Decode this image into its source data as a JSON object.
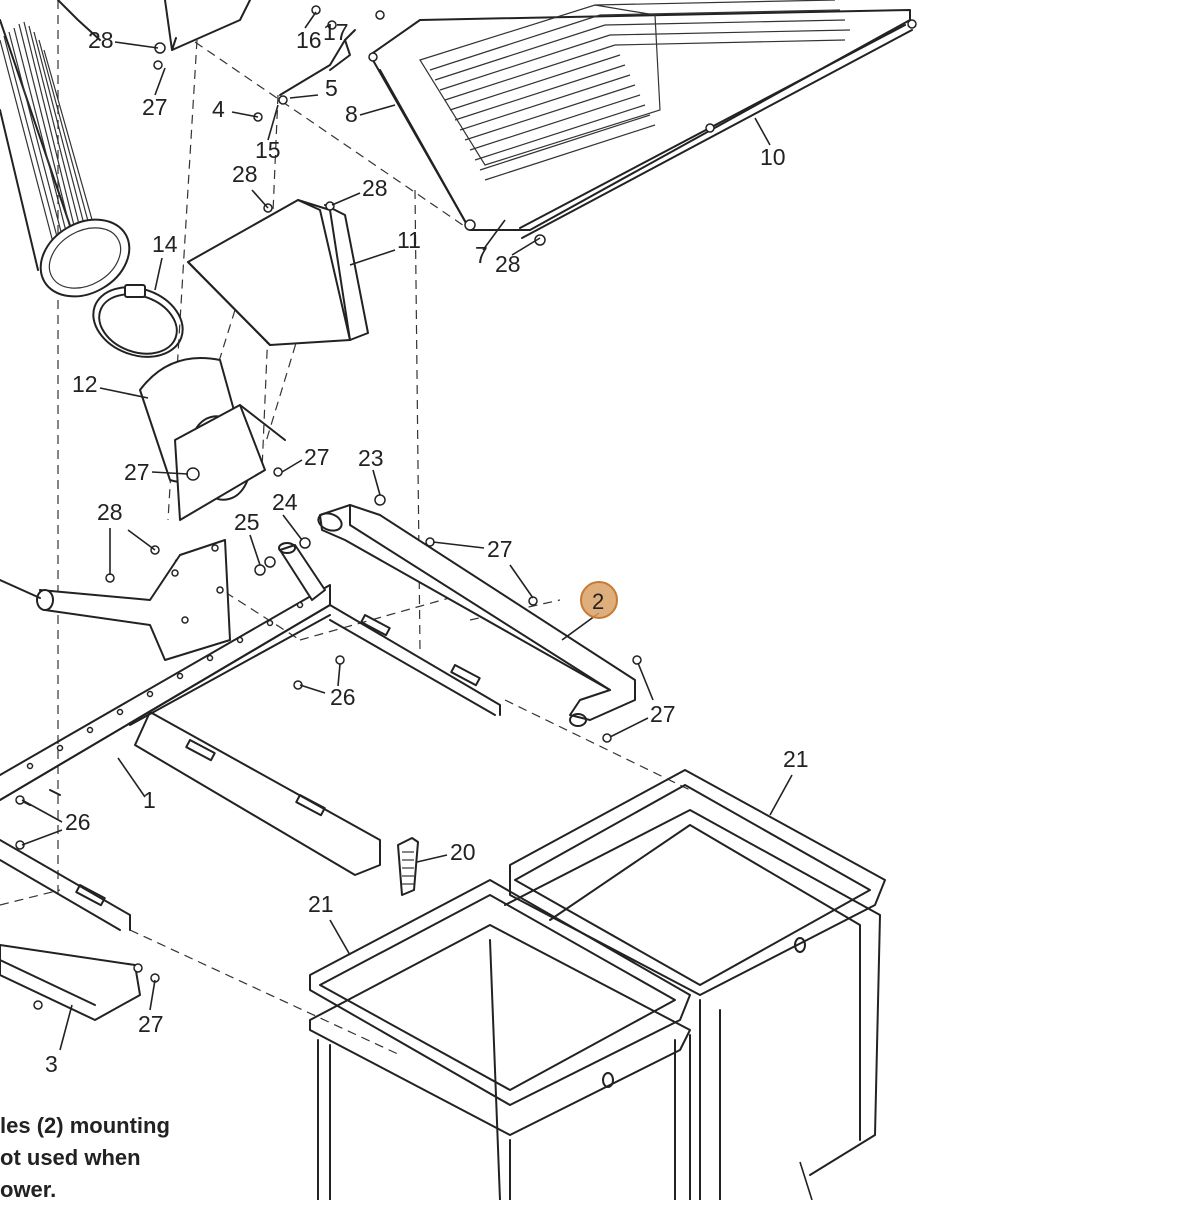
{
  "callouts": {
    "c28a": "28",
    "c16": "16",
    "c17": "17",
    "c27a": "27",
    "c5": "5",
    "c4": "4",
    "c15": "15",
    "c8": "8",
    "c10": "10",
    "c28b": "28",
    "c28c": "28",
    "c11": "11",
    "c7": "7",
    "c28d": "28",
    "c14": "14",
    "c12": "12",
    "c27b": "27",
    "c27c": "27",
    "c23": "23",
    "c28e": "28",
    "c25": "25",
    "c24": "24",
    "c27d": "27",
    "c26a": "26",
    "c27e": "27",
    "c1": "1",
    "c26b": "26",
    "c21a": "21",
    "c20": "20",
    "c21b": "21",
    "c27f": "27",
    "c3": "3"
  },
  "highlight": {
    "label": "2",
    "color": "#d9a066"
  },
  "note": {
    "lines": "les (2) mounting\not used when\nower."
  }
}
